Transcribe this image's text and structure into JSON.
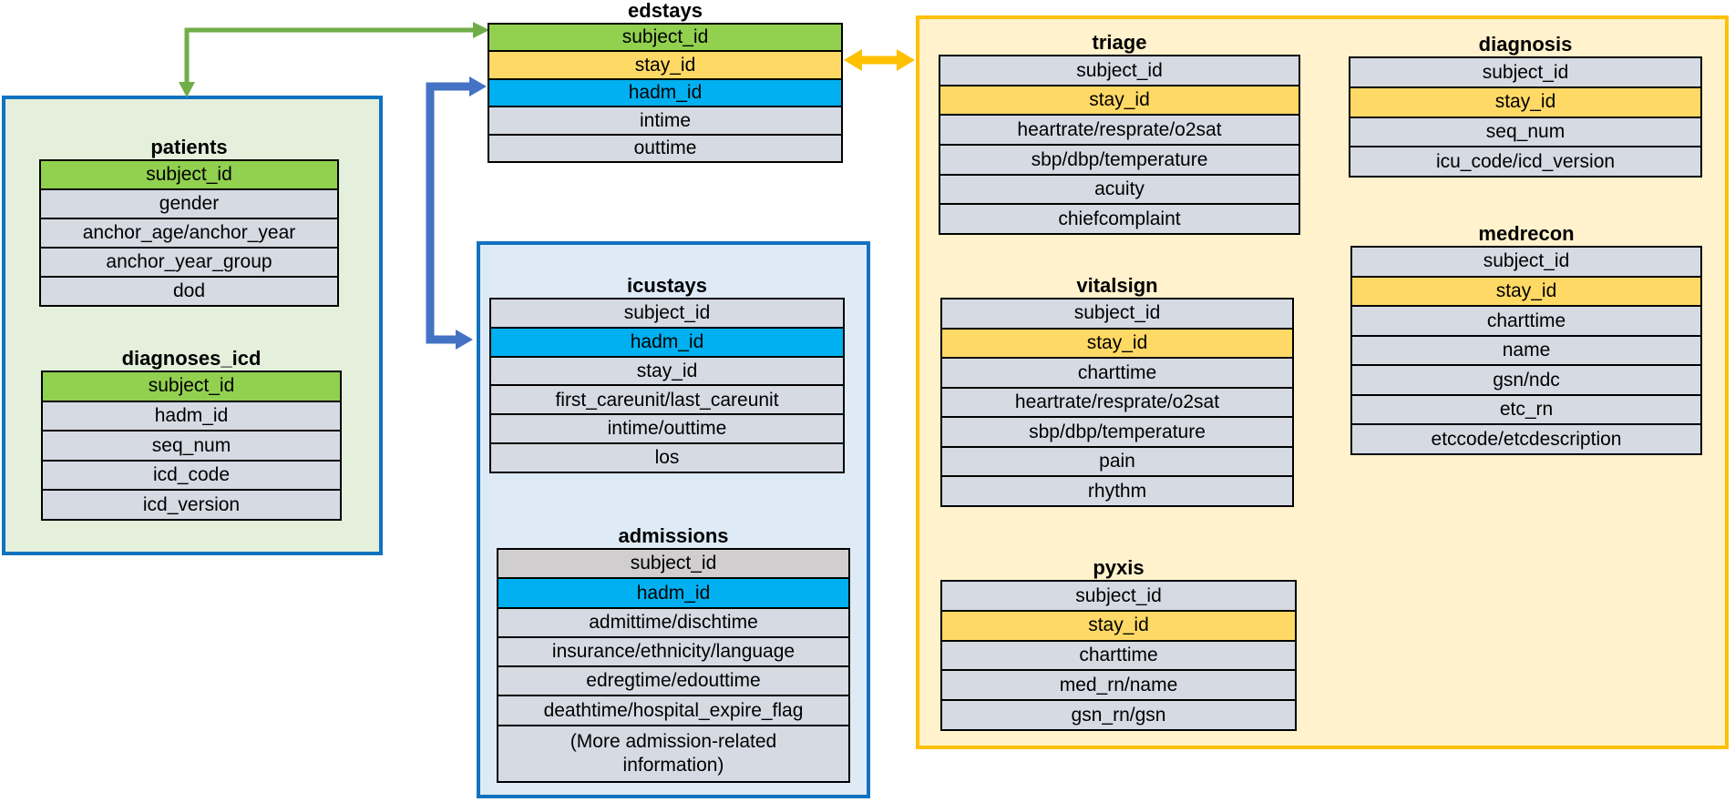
{
  "palette": {
    "key_green": "#92D050",
    "key_yellow": "#FFD966",
    "key_blue": "#00B0F0",
    "row_gray": "#D6DAE3",
    "row_gray_warm": "#D0CECE",
    "box_border_blue": "#1172C0",
    "patients_box_fill": "#E5F0DC",
    "hospital_box_fill": "#DEEBF7",
    "ed_box_fill": "#FFF2CC",
    "ed_box_border": "#FFC000",
    "arrow_green": "#70AD47",
    "arrow_blue": "#4472C4",
    "arrow_yellow": "#FFC000"
  },
  "tables": {
    "edstays": {
      "title": "edstays",
      "rows": [
        {
          "label": "subject_id",
          "color": "key_green"
        },
        {
          "label": "stay_id",
          "color": "key_yellow"
        },
        {
          "label": "hadm_id",
          "color": "key_blue"
        },
        {
          "label": "intime",
          "color": "row_gray"
        },
        {
          "label": "outtime",
          "color": "row_gray"
        }
      ]
    },
    "patients": {
      "title": "patients",
      "rows": [
        {
          "label": "subject_id",
          "color": "key_green"
        },
        {
          "label": "gender",
          "color": "row_gray"
        },
        {
          "label": "anchor_age/anchor_year",
          "color": "row_gray"
        },
        {
          "label": "anchor_year_group",
          "color": "row_gray"
        },
        {
          "label": "dod",
          "color": "row_gray"
        }
      ]
    },
    "diagnoses_icd": {
      "title": "diagnoses_icd",
      "rows": [
        {
          "label": "subject_id",
          "color": "key_green"
        },
        {
          "label": "hadm_id",
          "color": "row_gray"
        },
        {
          "label": "seq_num",
          "color": "row_gray"
        },
        {
          "label": "icd_code",
          "color": "row_gray"
        },
        {
          "label": "icd_version",
          "color": "row_gray"
        }
      ]
    },
    "icustays": {
      "title": "icustays",
      "rows": [
        {
          "label": "subject_id",
          "color": "row_gray"
        },
        {
          "label": "hadm_id",
          "color": "key_blue"
        },
        {
          "label": "stay_id",
          "color": "row_gray"
        },
        {
          "label": "first_careunit/last_careunit",
          "color": "row_gray"
        },
        {
          "label": "intime/outtime",
          "color": "row_gray"
        },
        {
          "label": "los",
          "color": "row_gray"
        }
      ]
    },
    "admissions": {
      "title": "admissions",
      "rows": [
        {
          "label": "subject_id",
          "color": "row_gray_warm"
        },
        {
          "label": "hadm_id",
          "color": "key_blue"
        },
        {
          "label": "admittime/dischtime",
          "color": "row_gray"
        },
        {
          "label": "insurance/ethnicity/language",
          "color": "row_gray"
        },
        {
          "label": "edregtime/edouttime",
          "color": "row_gray"
        },
        {
          "label": "deathtime/hospital_expire_flag",
          "color": "row_gray"
        },
        {
          "label": "(More admission-related\ninformation)",
          "color": "row_gray",
          "span": 2
        }
      ]
    },
    "triage": {
      "title": "triage",
      "rows": [
        {
          "label": "subject_id",
          "color": "row_gray"
        },
        {
          "label": "stay_id",
          "color": "key_yellow"
        },
        {
          "label": "heartrate/resprate/o2sat",
          "color": "row_gray"
        },
        {
          "label": "sbp/dbp/temperature",
          "color": "row_gray"
        },
        {
          "label": "acuity",
          "color": "row_gray"
        },
        {
          "label": "chiefcomplaint",
          "color": "row_gray"
        }
      ]
    },
    "diagnosis": {
      "title": "diagnosis",
      "rows": [
        {
          "label": "subject_id",
          "color": "row_gray"
        },
        {
          "label": "stay_id",
          "color": "key_yellow"
        },
        {
          "label": "seq_num",
          "color": "row_gray"
        },
        {
          "label": "icu_code/icd_version",
          "color": "row_gray"
        }
      ]
    },
    "medrecon": {
      "title": "medrecon",
      "rows": [
        {
          "label": "subject_id",
          "color": "row_gray"
        },
        {
          "label": "stay_id",
          "color": "key_yellow"
        },
        {
          "label": "charttime",
          "color": "row_gray"
        },
        {
          "label": "name",
          "color": "row_gray"
        },
        {
          "label": "gsn/ndc",
          "color": "row_gray"
        },
        {
          "label": "etc_rn",
          "color": "row_gray"
        },
        {
          "label": "etccode/etcdescription",
          "color": "row_gray"
        }
      ]
    },
    "vitalsign": {
      "title": "vitalsign",
      "rows": [
        {
          "label": "subject_id",
          "color": "row_gray"
        },
        {
          "label": "stay_id",
          "color": "key_yellow"
        },
        {
          "label": "charttime",
          "color": "row_gray"
        },
        {
          "label": "heartrate/resprate/o2sat",
          "color": "row_gray"
        },
        {
          "label": "sbp/dbp/temperature",
          "color": "row_gray"
        },
        {
          "label": "pain",
          "color": "row_gray"
        },
        {
          "label": "rhythm",
          "color": "row_gray"
        }
      ]
    },
    "pyxis": {
      "title": "pyxis",
      "rows": [
        {
          "label": "subject_id",
          "color": "row_gray"
        },
        {
          "label": "stay_id",
          "color": "key_yellow"
        },
        {
          "label": "charttime",
          "color": "row_gray"
        },
        {
          "label": "med_rn/name",
          "color": "row_gray"
        },
        {
          "label": "gsn_rn/gsn",
          "color": "row_gray"
        }
      ]
    }
  },
  "relations": [
    {
      "from": "edstays.subject_id",
      "to": "patients-group",
      "color": "arrow_green",
      "heads": "both"
    },
    {
      "from": "edstays.hadm_id",
      "to": "icustays.hadm_id",
      "color": "arrow_blue",
      "heads": "both"
    },
    {
      "from": "edstays.stay_id",
      "to": "ed-group",
      "color": "arrow_yellow",
      "heads": "both"
    }
  ]
}
